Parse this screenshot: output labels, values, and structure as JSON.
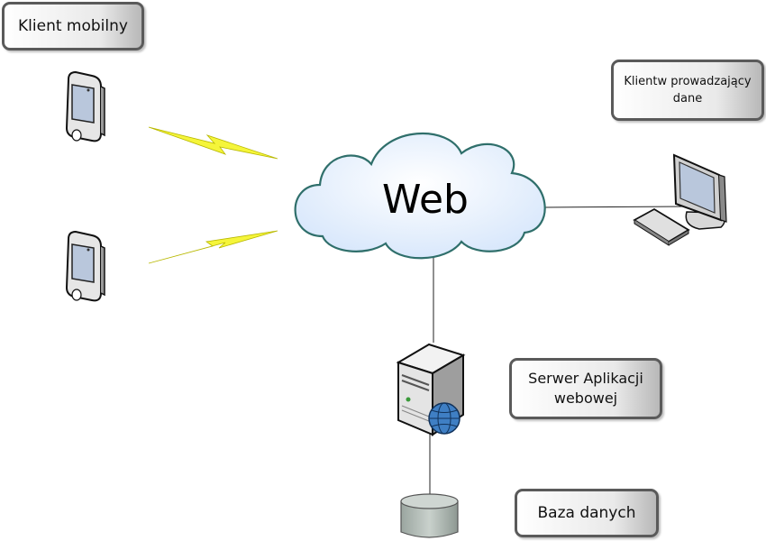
{
  "cloud": {
    "label": "Web",
    "fill": "#e8f1fd",
    "stroke": "#2f6f6b"
  },
  "labels": {
    "mobile_client": "Klient mobilny",
    "data_client_line1": "Klientw prowadzający",
    "data_client_line2": "dane",
    "app_server_line1": "Serwer Aplikacji",
    "app_server_line2": "webowej",
    "database": "Baza danych"
  },
  "nodes": [
    {
      "name": "mobile-device-1",
      "icon": "pda-icon"
    },
    {
      "name": "mobile-device-2",
      "icon": "pda-icon"
    },
    {
      "name": "desktop-computer",
      "icon": "monitor-keyboard-icon"
    },
    {
      "name": "web-server",
      "icon": "server-globe-icon"
    },
    {
      "name": "database",
      "icon": "database-cylinder-icon"
    }
  ],
  "colors": {
    "lightning": "#f5f53a",
    "globe": "#3f7fc4",
    "line": "#222222",
    "box_border": "#5a5a5a"
  }
}
